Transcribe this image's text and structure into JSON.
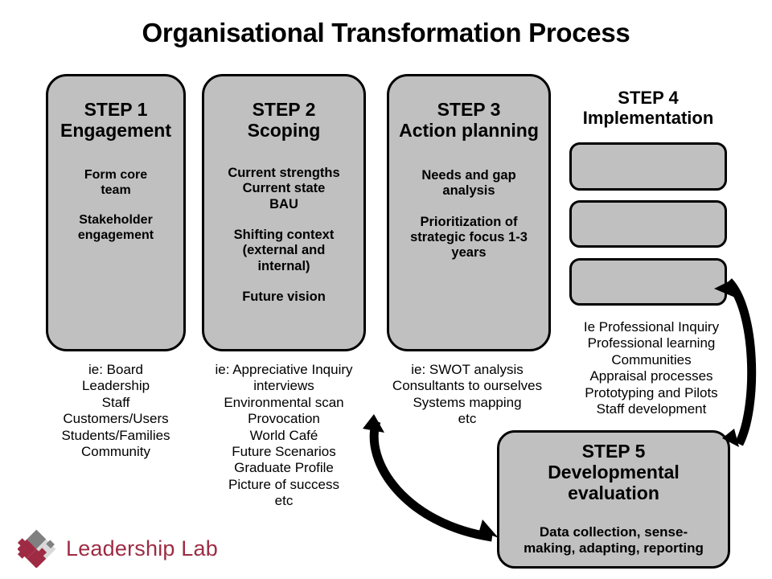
{
  "slide": {
    "title": "Organisational Transformation Process",
    "background_color": "#FFFFFF",
    "box_fill_color": "#C0C0C0",
    "box_border_color": "#000000",
    "text_color": "#000000"
  },
  "steps": [
    {
      "number": "STEP 1",
      "name": "Engagement",
      "body": "Form core\nteam\n\nStakeholder\nengagement",
      "examples": "ie: Board\nLeadership\nStaff\nCustomers/Users\nStudents/Families\nCommunity"
    },
    {
      "number": "STEP 2",
      "name": "Scoping",
      "body": "Current strengths\nCurrent state\nBAU\n\nShifting context\n(external and\ninternal)\n\nFuture vision",
      "examples": "ie:  Appreciative Inquiry\ninterviews\nEnvironmental scan\nProvocation\nWorld Café\nFuture Scenarios\nGraduate Profile\nPicture of success\netc"
    },
    {
      "number": "STEP 3",
      "name": "Action planning",
      "body": "Needs and gap\nanalysis\n\nPrioritization of\nstrategic focus 1-3\nyears",
      "examples": "ie: SWOT analysis\nConsultants to ourselves\nSystems mapping\netc"
    },
    {
      "number": "STEP 4",
      "name": "Implementation",
      "body": "",
      "examples": "Ie Professional Inquiry\nProfessional learning\nCommunities\nAppraisal processes\nPrototyping and Pilots\nStaff development",
      "sub_boxes": [
        "",
        "",
        ""
      ]
    },
    {
      "number": "STEP 5",
      "name": "Developmental\nevaluation",
      "body": "Data collection, sense-\nmaking, adapting, reporting",
      "examples": ""
    }
  ],
  "arrows": [
    {
      "name": "step4-to-step5-arrow",
      "description": "curved arrow on right side from Step 4 third box down to Step 5",
      "double_headed": true
    },
    {
      "name": "step5-to-step3-arrow",
      "description": "curved double-headed arrow from Step 5 back up to Step 3 examples",
      "double_headed": true
    }
  ],
  "logo": {
    "text": "Leadership Lab",
    "brand_color": "#9E2B43",
    "secondary_color": "#808080",
    "mark_name": "interlocking-puzzle-logo"
  }
}
